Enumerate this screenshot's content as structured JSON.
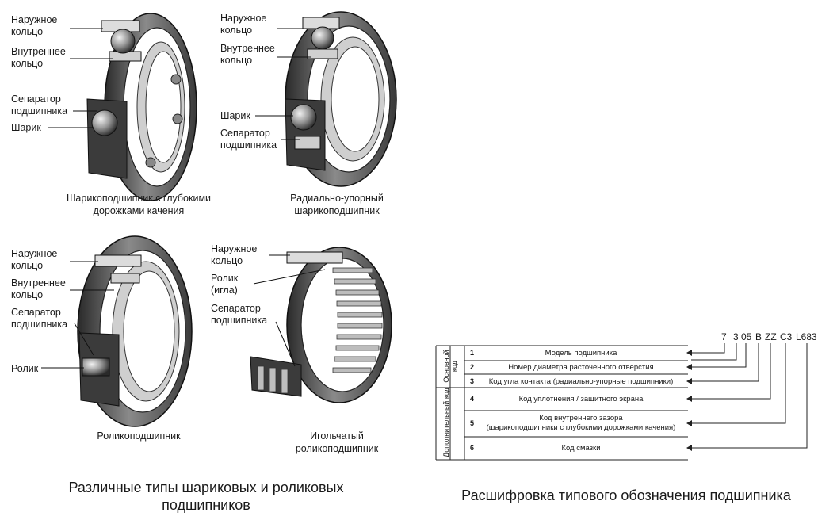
{
  "bearing1": {
    "labels": [
      "Наружное\nкольцо",
      "Внутреннее\nкольцо",
      "Сепаратор\nподшипника",
      "Шарик"
    ],
    "caption": "Шарикоподшипник с глубокими\nдорожками качения"
  },
  "bearing2": {
    "labels": [
      "Наружное\nкольцо",
      "Внутреннее\nкольцо",
      "Шарик",
      "Сепаратор\nподшипника"
    ],
    "caption": "Радиально-упорный\nшарикоподшипник"
  },
  "bearing3": {
    "labels": [
      "Наружное\nкольцо",
      "Внутреннее\nкольцо",
      "Сепаратор\nподшипника",
      "Ролик"
    ],
    "caption": "Роликоподшипник"
  },
  "bearing4": {
    "labels": [
      "Наружное\nкольцо",
      "Ролик\n(игла)",
      "Сепаратор\nподшипника"
    ],
    "caption": "Игольчатый\nроликоподшипник"
  },
  "left_title": "Различные типы шариковых и роликовых\nподшипников",
  "right_title": "Расшифровка типового обозначения подшипника",
  "designation": {
    "codes": [
      "7",
      "3",
      "05",
      "B",
      "ZZ",
      "C3",
      "L683"
    ],
    "basic_code_label": "Основной код",
    "additional_code_label": "Дополнительный код",
    "rows": [
      {
        "num": "1",
        "text": "Модель подшипника"
      },
      {
        "num": "2",
        "text": "Номер диаметра расточенного отверстия"
      },
      {
        "num": "3",
        "text": "Код угла контакта (радиально-упорные подшипники)"
      },
      {
        "num": "4",
        "text": "Код уплотнения / защитного экрана"
      },
      {
        "num": "5",
        "text": "Код внутреннего зазора\n(шарикоподшипники с глубокими дорожками качения)"
      },
      {
        "num": "6",
        "text": "Код смазки"
      }
    ]
  }
}
